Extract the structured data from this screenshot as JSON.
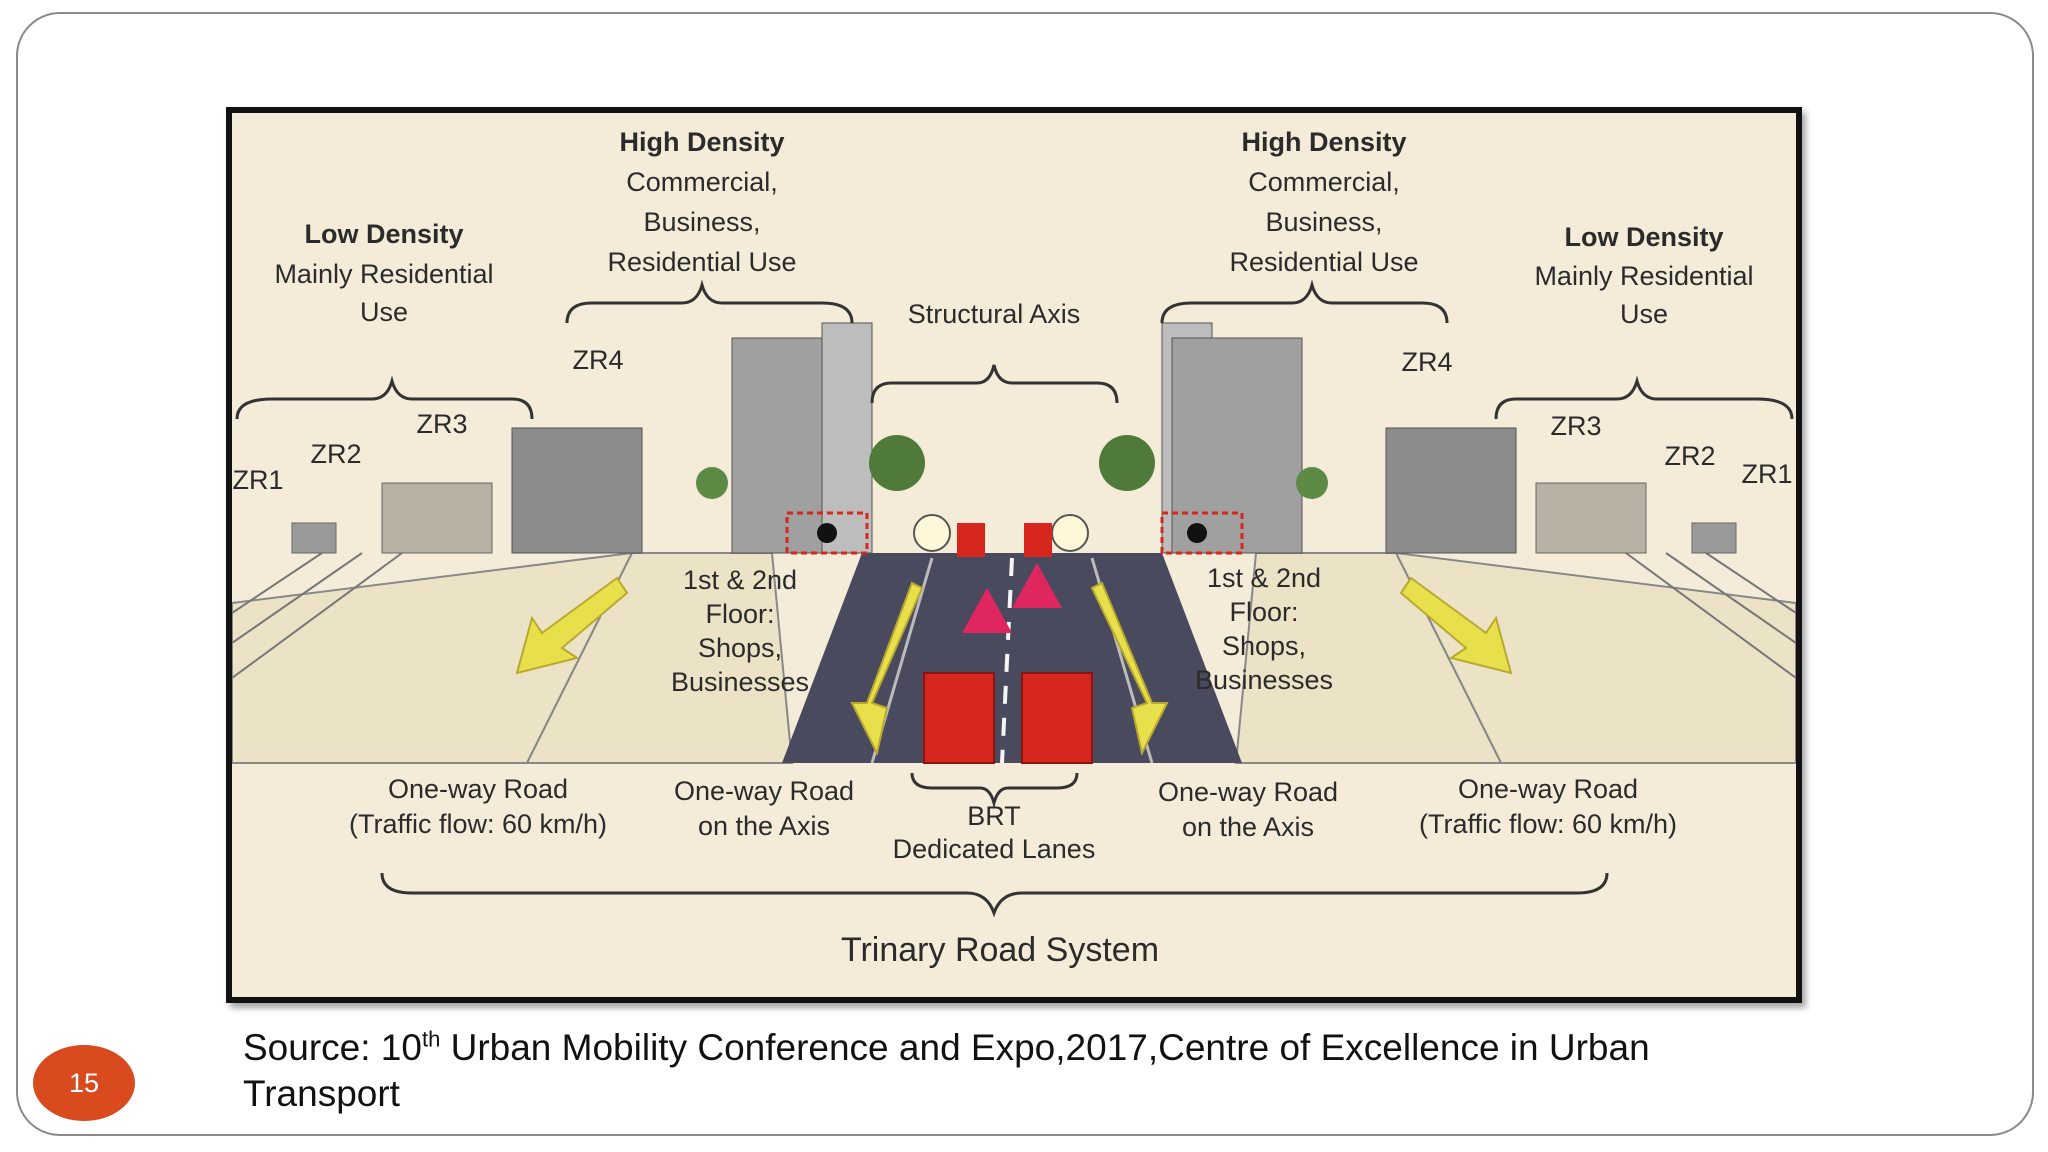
{
  "diagram": {
    "low_density_left": {
      "title": "Low Density",
      "l1": "Mainly Residential",
      "l2": "Use"
    },
    "high_density_left": {
      "title": "High Density",
      "l1": "Commercial,",
      "l2": "Business,",
      "l3": "Residential Use"
    },
    "high_density_right": {
      "title": "High Density",
      "l1": "Commercial,",
      "l2": "Business,",
      "l3": "Residential Use"
    },
    "low_density_right": {
      "title": "Low Density",
      "l1": "Mainly Residential",
      "l2": "Use"
    },
    "structural_axis": "Structural Axis",
    "zones_left": [
      "ZR1",
      "ZR2",
      "ZR3",
      "ZR4"
    ],
    "zones_right": [
      "ZR4",
      "ZR3",
      "ZR2",
      "ZR1"
    ],
    "shops_left": {
      "l1": "1st & 2nd",
      "l2": "Floor:",
      "l3": "Shops,",
      "l4": "Businesses"
    },
    "shops_right": {
      "l1": "1st & 2nd",
      "l2": "Floor:",
      "l3": "Shops,",
      "l4": "Businesses"
    },
    "road_left_outer": {
      "l1": "One-way Road",
      "l2": "(Traffic flow: 60 km/h)"
    },
    "road_left_axis": {
      "l1": "One-way Road",
      "l2": "on the Axis"
    },
    "brt": {
      "l1": "BRT",
      "l2": "Dedicated Lanes"
    },
    "road_right_axis": {
      "l1": "One-way Road",
      "l2": "on the Axis"
    },
    "road_right_outer": {
      "l1": "One-way Road",
      "l2": "(Traffic flow: 60 km/h)"
    },
    "trinary": "Trinary Road System"
  },
  "source": {
    "prefix": "Source: 10",
    "sup": "th",
    "rest": " Urban Mobility Conference and Expo,2017,Centre of Excellence in Urban Transport"
  },
  "page_number": "15",
  "colors": {
    "background": "#f4ecd8",
    "bus": "#d7261e",
    "arrow": "#e8e04a",
    "badge": "#d94a1e",
    "road": "#4a4a5e"
  }
}
